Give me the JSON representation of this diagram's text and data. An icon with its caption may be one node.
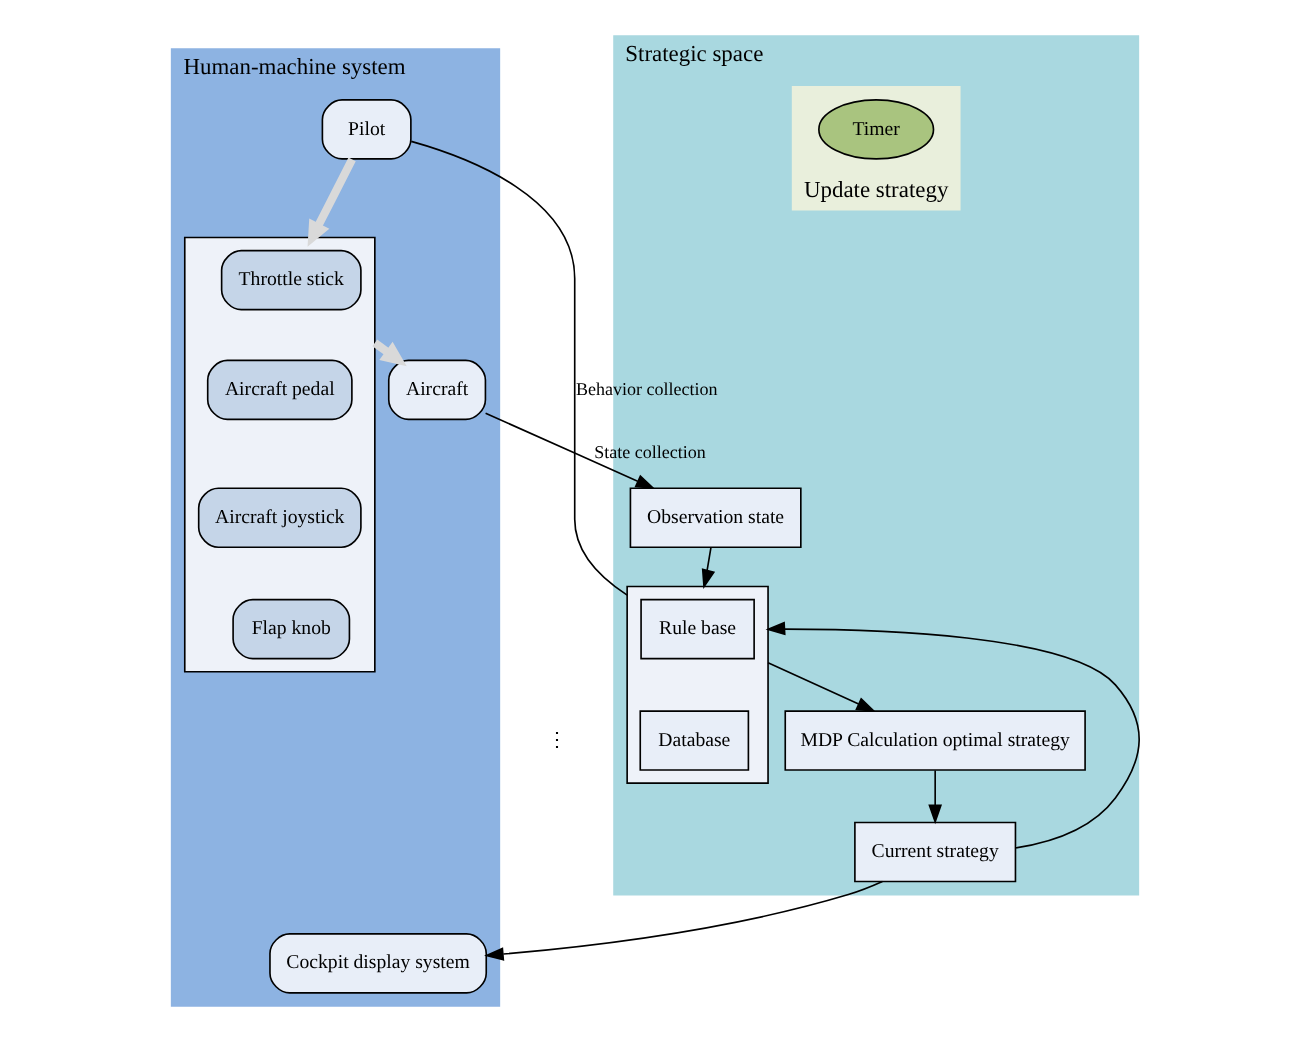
{
  "diagram": {
    "nodes": [
      {
        "text": [
          "Human-machine system"
        ]
      },
      {
        "text": [
          "Pilot"
        ],
        "in": 0
      },
      {
        "text": [],
        "shape": "box",
        "in": 0
      },
      {
        "text": [
          "Throttle stick"
        ],
        "in": 2
      },
      {
        "text": [
          "Aircraft pedal"
        ],
        "in": 2
      },
      {
        "text": [
          "Aircraft joystick"
        ],
        "in": 2
      },
      {
        "text": [
          "Flap knob"
        ],
        "in": 2
      },
      {
        "text": [
          "Aircraft"
        ],
        "in": 0
      },
      {
        "text": [
          "Cockpit display system"
        ],
        "in": 0
      },
      {
        "text": [
          "Strategic space"
        ]
      },
      {
        "text": [
          "Observation state"
        ],
        "in": 9
      },
      {
        "text": [],
        "shape": "box",
        "in": 9
      },
      {
        "text": [
          "Rule base"
        ],
        "in": 11
      },
      {
        "text": [
          "Database"
        ],
        "in": 11
      },
      {
        "text": [
          "Update strategy"
        ],
        "in": 9
      },
      {
        "text": [
          "Timer"
        ],
        "in": 14
      },
      {
        "text": [
          "MDP Calculation optimal strategy"
        ],
        "in": 9
      },
      {
        "text": [
          "Current strategy"
        ],
        "in": 9
      }
    ],
    "edges": [
      {
        "from": 1,
        "to": 2,
        "arrow": "to",
        "style": "thick",
        "color": "#d9d9d9"
      },
      {
        "from": 2,
        "to": 7,
        "arrow": "to",
        "style": "thick",
        "color": "#d9d9d9"
      },
      {
        "from": 1,
        "to": 11,
        "arrow": "none",
        "label": "Behavior collection"
      },
      {
        "from": 7,
        "to": 10,
        "arrow": "to",
        "label": "State collection"
      },
      {
        "from": 10,
        "to": 11,
        "arrow": "to"
      },
      {
        "from": 17,
        "to": 11,
        "arrow": "to"
      },
      {
        "from": 11,
        "to": 16,
        "arrow": "to"
      },
      {
        "from": 16,
        "to": 17,
        "arrow": "to"
      },
      {
        "from": 17,
        "to": 8,
        "arrow": "to"
      }
    ],
    "labels": [
      "⋮"
    ]
  }
}
